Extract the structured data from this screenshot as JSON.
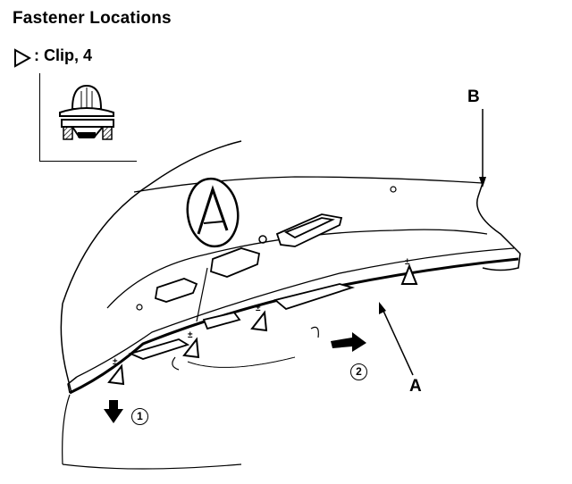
{
  "title": "Fastener Locations",
  "legend": {
    "symbol": "triangle-clip-icon",
    "text": ": Clip, 4"
  },
  "labels": {
    "a": "A",
    "b": "B"
  },
  "steps": [
    {
      "number": "1",
      "glyph": "①",
      "direction": "down"
    },
    {
      "number": "2",
      "glyph": "②",
      "direction": "right"
    }
  ],
  "clip_count": 4,
  "colors": {
    "ink": "#000000",
    "paper": "#ffffff"
  }
}
